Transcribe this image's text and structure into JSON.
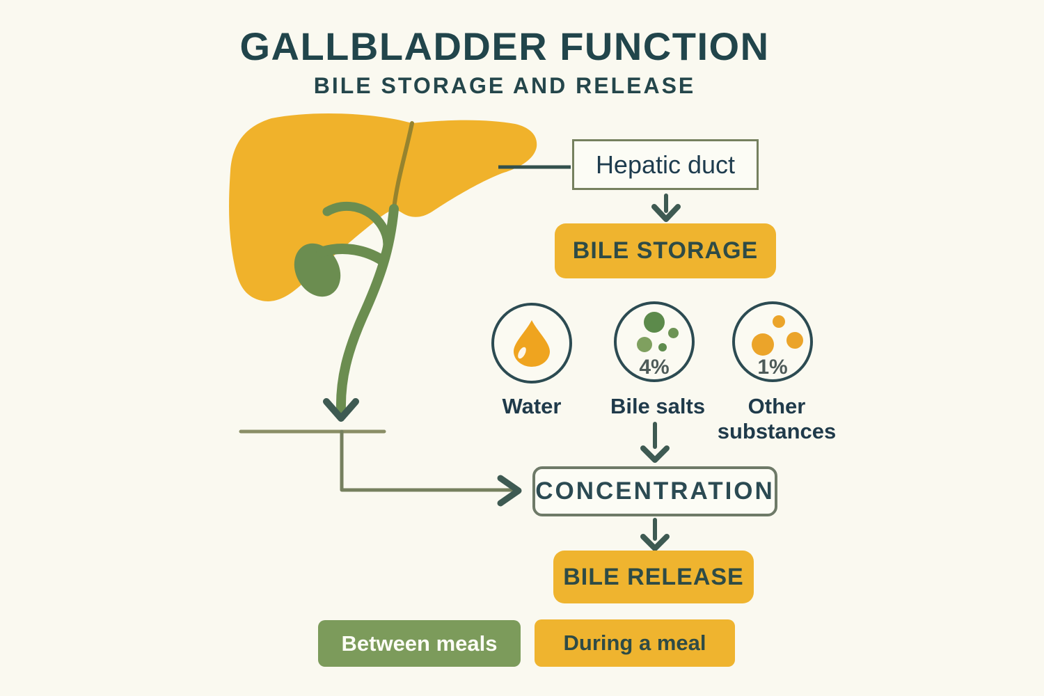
{
  "title": "GALLBLADDER FUNCTION",
  "subtitle": "BILE STORAGE AND RELEASE",
  "nodes": {
    "hepatic_duct": "Hepatic duct",
    "bile_storage": "BILE STORAGE",
    "concentration": "CONCENTRATION",
    "bile_release": "BILE RELEASE"
  },
  "composition": [
    {
      "label": "Water",
      "percent": "",
      "icon": "water-droplet-icon"
    },
    {
      "label": "Bile salts",
      "percent": "4%",
      "icon": "bile-salts-dots-icon"
    },
    {
      "label": "Other substances",
      "percent": "1%",
      "icon": "other-substances-dots-icon"
    }
  ],
  "timing": [
    {
      "label": "Between meals",
      "color": "#7C9B5B"
    },
    {
      "label": "During a meal",
      "color": "#EFB42F"
    }
  ],
  "colors": {
    "background": "#FAF9F0",
    "title_teal": "#21454B",
    "accent_yellow": "#EFB42F",
    "accent_green": "#7C9B5B",
    "liver_yellow": "#F0B22B",
    "duct_green": "#6B8D50",
    "circle_ring": "#2C4B52",
    "arrow_teal": "#3E5A52",
    "outline_olive": "#76815F"
  }
}
